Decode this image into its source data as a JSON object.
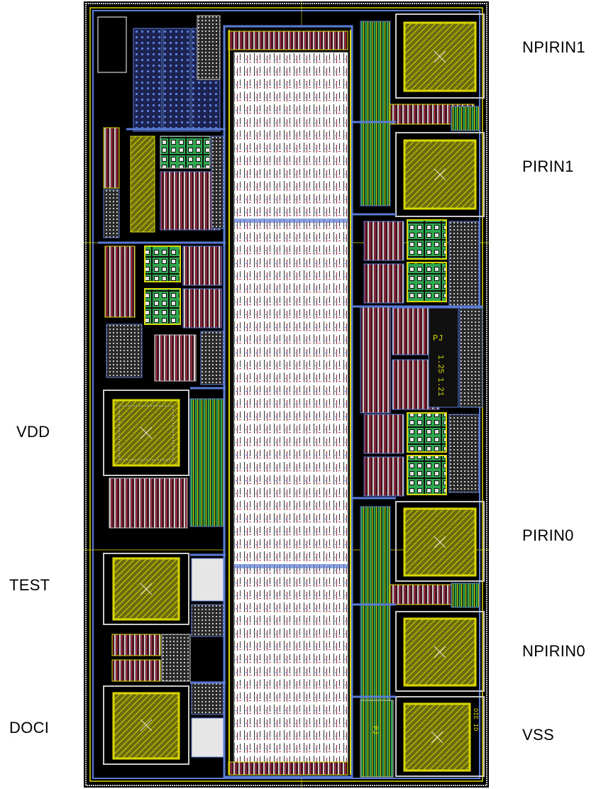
{
  "labels": {
    "left": [
      "VDD",
      "TEST",
      "DOCI"
    ],
    "right": [
      "NPIRIN1",
      "PIRIN1",
      "PIRIN0",
      "NPIRIN0",
      "VSS"
    ]
  },
  "chip_text": {
    "label_a": "PJ",
    "label_b": "1.25",
    "label_c": "1.21",
    "label_d": "PJ",
    "label_e": "DIE ID"
  },
  "colors": {
    "background": "#000000",
    "metal1": "#5b7cd6",
    "metal2": "#c9c9c9",
    "poly": "#d8d800",
    "diff": "#2fa84f",
    "contact": "#c43a55",
    "core": "#ffffff"
  }
}
